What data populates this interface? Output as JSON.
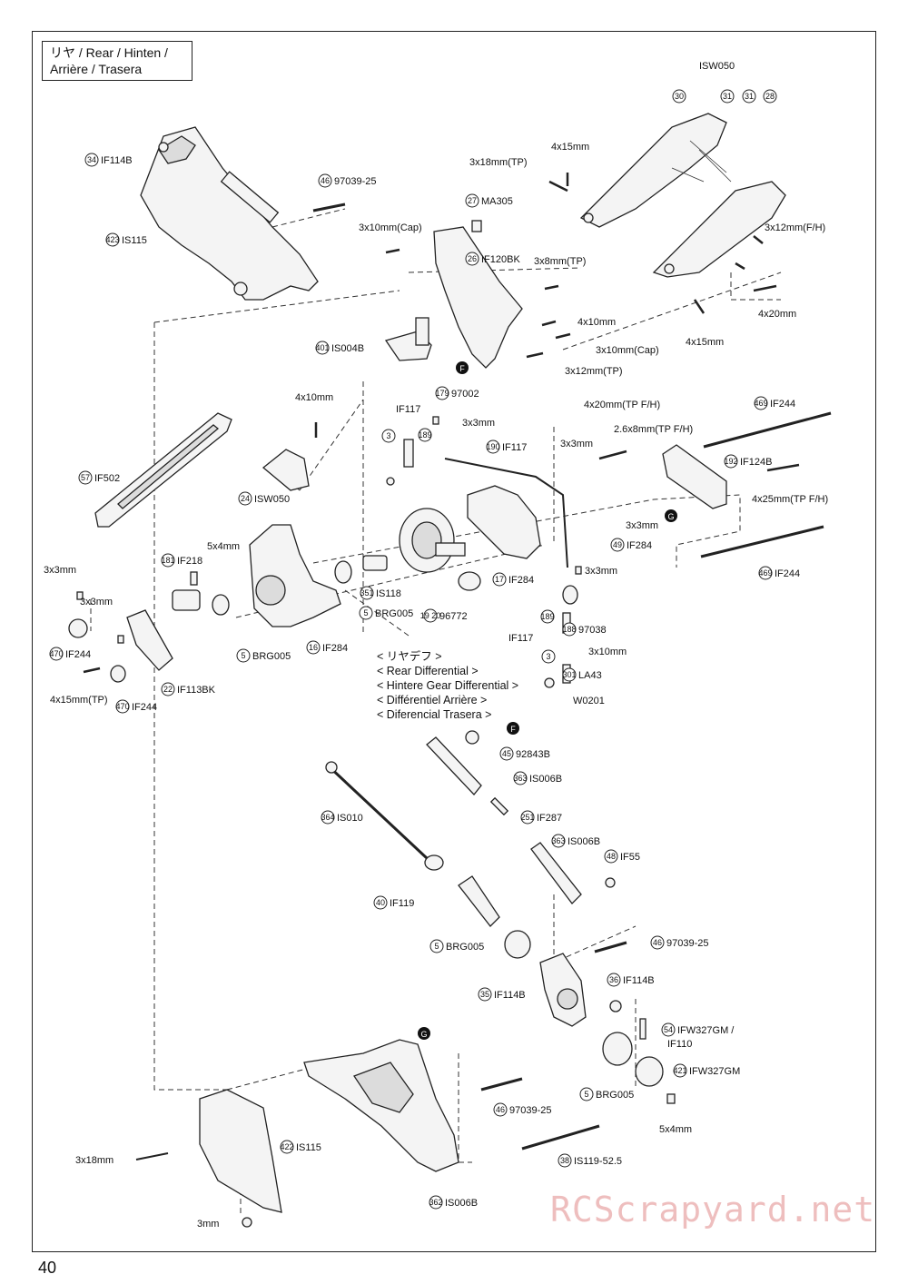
{
  "page": {
    "number": "40",
    "title_lines": [
      "リヤ / Rear / Hinten /",
      "Arrière / Trasera"
    ],
    "watermark": "RCScrapyard.net"
  },
  "diagram": {
    "section_labels": {
      "rear_diff": [
        "< リヤデフ >",
        "< Rear Differential >",
        "< Hintere Gear Differential >",
        "< Différentiel Arrière >",
        "< Diferencial Trasera >"
      ],
      "marker_f": "F",
      "marker_g": "G"
    },
    "callouts": [
      {
        "num": "34",
        "code": "IF114B"
      },
      {
        "num": "46",
        "code": "97039-25"
      },
      {
        "num": "423",
        "code": "IS115"
      },
      {
        "num": "30",
        "code": ""
      },
      {
        "num": "31",
        "code": ""
      },
      {
        "num": "31",
        "code": ""
      },
      {
        "num": "28",
        "code": ""
      },
      {
        "num": "27",
        "code": "MA305"
      },
      {
        "num": "26",
        "code": "IF120BK"
      },
      {
        "num": "401",
        "code": "IS004B"
      },
      {
        "num": "179",
        "code": "97002"
      },
      {
        "num": "57",
        "code": "IF502"
      },
      {
        "num": "24",
        "code": "ISW050"
      },
      {
        "num": "3",
        "code": ""
      },
      {
        "num": "189",
        "code": ""
      },
      {
        "num": "190",
        "code": "IF117"
      },
      {
        "num": "469",
        "code": "IF244"
      },
      {
        "num": "192",
        "code": "IF124B"
      },
      {
        "num": "49",
        "code": "IF284"
      },
      {
        "num": "469",
        "code": "IF244"
      },
      {
        "num": "181",
        "code": "IF218"
      },
      {
        "num": "351",
        "code": "IS118"
      },
      {
        "num": "5",
        "code": "BRG005"
      },
      {
        "num": "17",
        "code": "IF284"
      },
      {
        "num": "19 20",
        "code": "96772"
      },
      {
        "num": "189",
        "code": ""
      },
      {
        "num": "188",
        "code": "97038"
      },
      {
        "num": "3",
        "code": ""
      },
      {
        "num": "301",
        "code": "LA43"
      },
      {
        "num": "470",
        "code": "IF244"
      },
      {
        "num": "5",
        "code": "BRG005"
      },
      {
        "num": "16",
        "code": "IF284"
      },
      {
        "num": "22",
        "code": "IF113BK"
      },
      {
        "num": "470",
        "code": "IF244"
      },
      {
        "num": "45",
        "code": "92843B"
      },
      {
        "num": "363",
        "code": "IS006B"
      },
      {
        "num": "364",
        "code": "IS010"
      },
      {
        "num": "251",
        "code": "IF287"
      },
      {
        "num": "363",
        "code": "IS006B"
      },
      {
        "num": "48",
        "code": "IF55"
      },
      {
        "num": "40",
        "code": "IF119"
      },
      {
        "num": "46",
        "code": "97039-25"
      },
      {
        "num": "5",
        "code": "BRG005"
      },
      {
        "num": "36",
        "code": "IF114B"
      },
      {
        "num": "35",
        "code": "IF114B"
      },
      {
        "num": "54",
        "code": "IFW327GM /"
      },
      {
        "num": "421",
        "code": "IFW327GM"
      },
      {
        "num": "5",
        "code": "BRG005"
      },
      {
        "num": "46",
        "code": "97039-25"
      },
      {
        "num": "422",
        "code": "IS115"
      },
      {
        "num": "38",
        "code": "IS119-52.5"
      },
      {
        "num": "362",
        "code": "IS006B"
      }
    ],
    "text_labels": [
      "ISW050",
      "4x15mm",
      "3x18mm(TP)",
      "3x12mm(F/H)",
      "4x20mm",
      "4x15mm",
      "3x10mm(Cap)",
      "3x8mm(TP)",
      "4x10mm",
      "3x10mm(Cap)",
      "3x12mm(TP)",
      "4x10mm",
      "IF117",
      "3x3mm",
      "4x20mm(TP F/H)",
      "2.6x8mm(TP F/H)",
      "3x3mm",
      "4x25mm(TP F/H)",
      "3x3mm",
      "5x4mm",
      "3x3mm",
      "3x3mm",
      "3x3mm",
      "IF117",
      "3x10mm",
      "W0201",
      "4x15mm(TP)",
      "IF110",
      "5x4mm",
      "3x18mm",
      "3mm"
    ]
  }
}
